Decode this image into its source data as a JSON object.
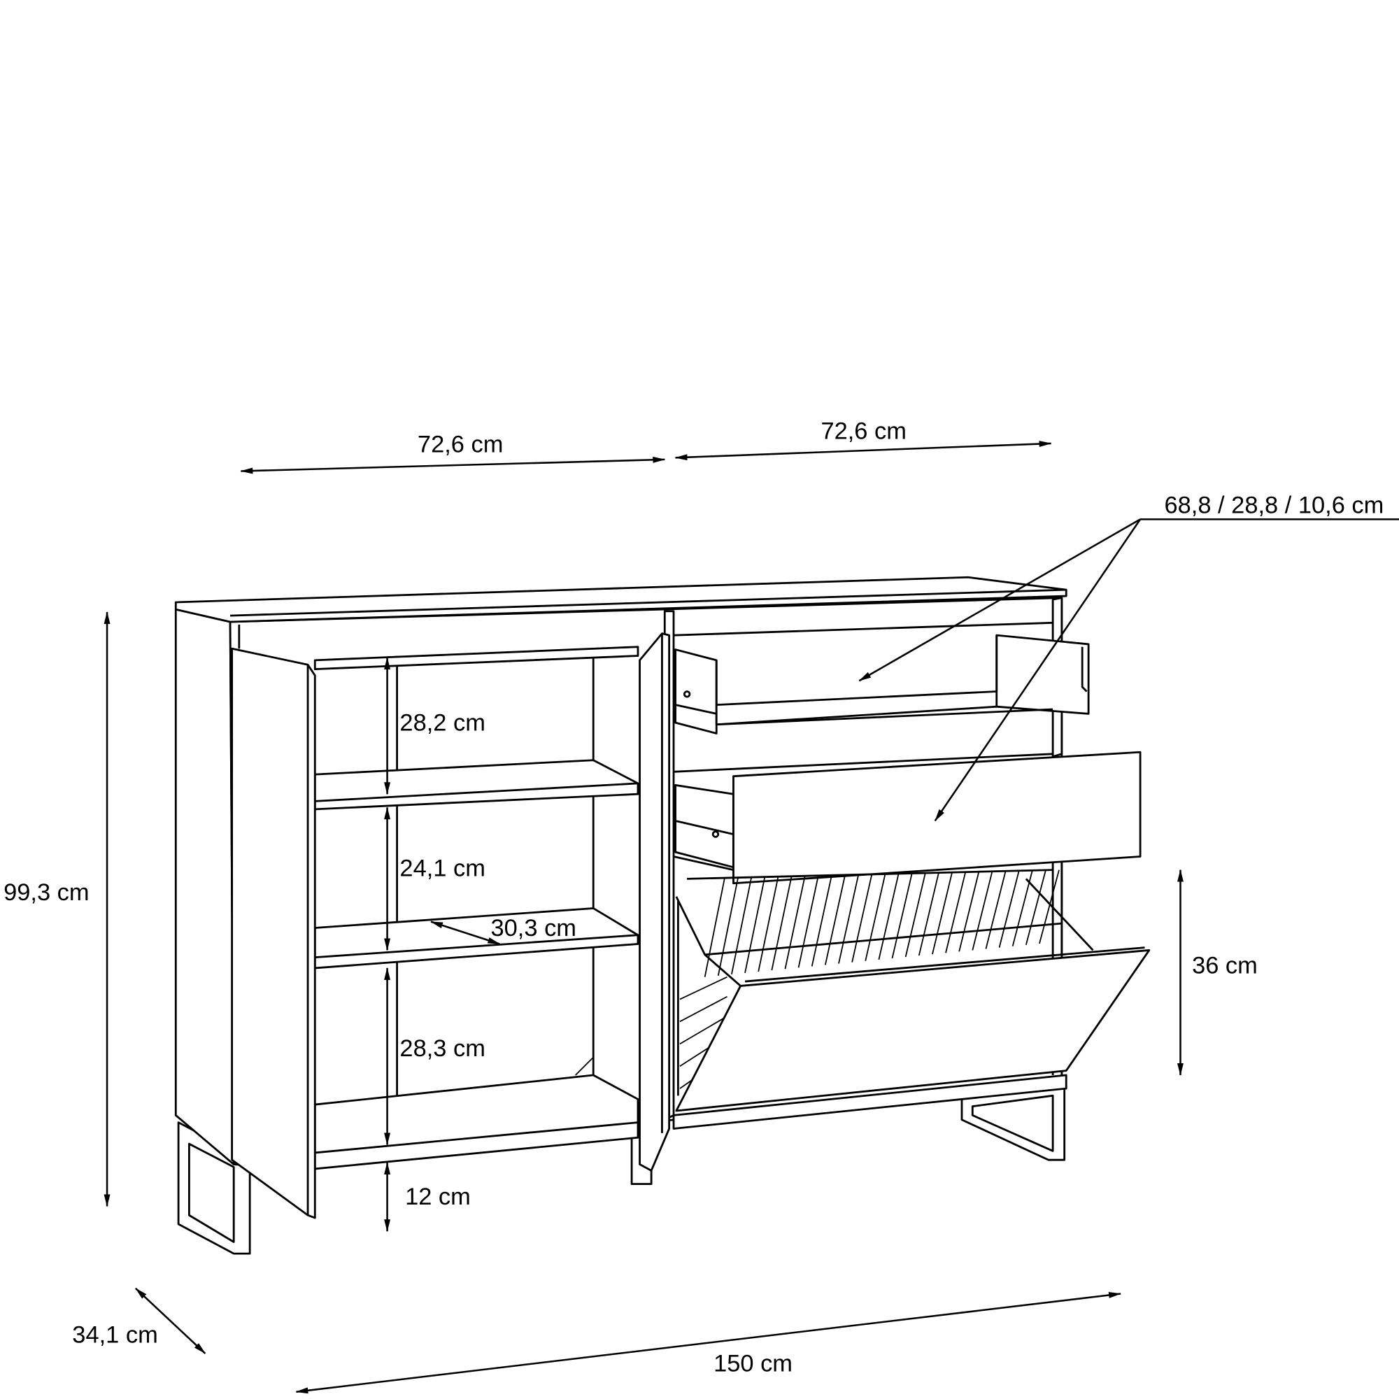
{
  "title": "Sideboard dimension drawing",
  "dimensions": {
    "left_width": "72,6 cm",
    "right_width": "72,6 cm",
    "drawer_inner": "68,8 / 28,8 / 10,6 cm",
    "total_height": "99,3 cm",
    "shelf_top": "28,2 cm",
    "shelf_middle": "24,1 cm",
    "shelf_depth": "30,3 cm",
    "shelf_bottom": "28,3 cm",
    "leg_height": "12 cm",
    "flap_height": "36 cm",
    "depth": "34,1 cm",
    "total_width": "150 cm"
  },
  "colors": {
    "line": "#000000",
    "background": "#ffffff"
  }
}
